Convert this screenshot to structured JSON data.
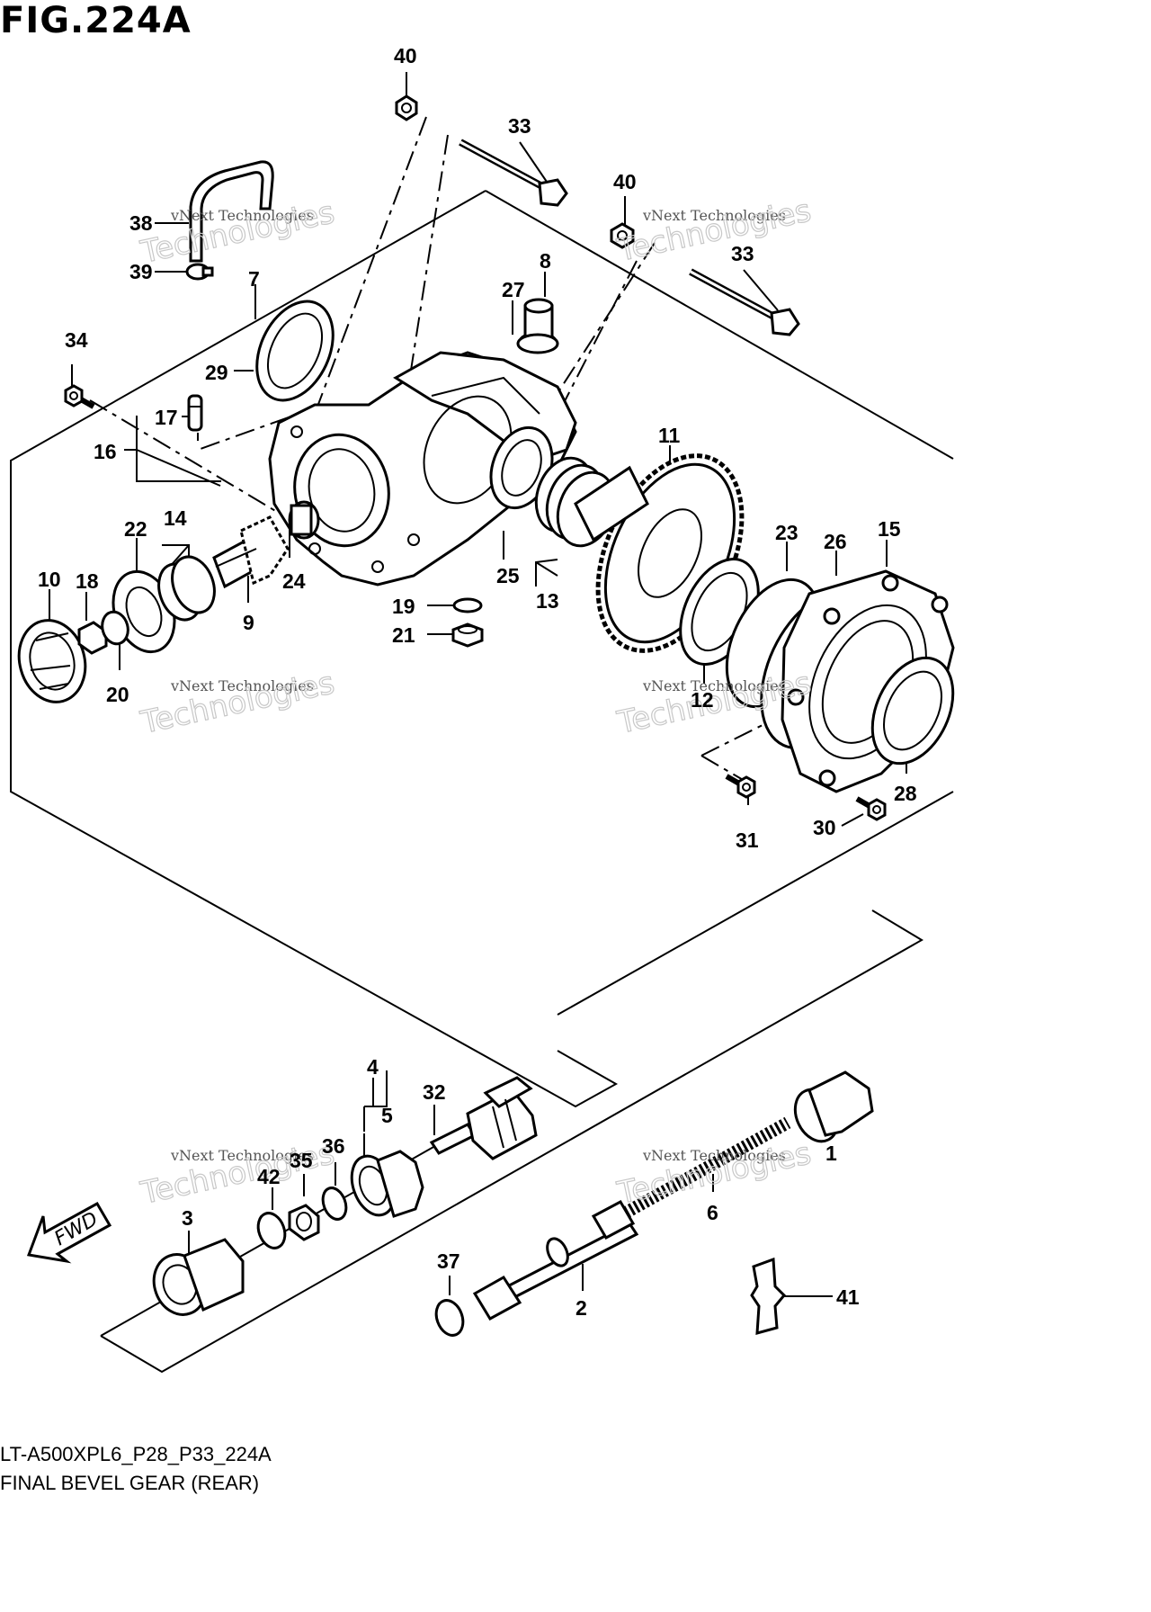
{
  "figure": {
    "title": "FIG.224A",
    "code": "LT-A500XPL6_P28_P33_224A",
    "name": "FINAL BEVEL GEAR (REAR)"
  },
  "fwd_label": "FWD",
  "watermark": {
    "line1": "vNext Technologies",
    "line2": "Technologies"
  },
  "callouts": [
    "40",
    "33",
    "40",
    "33",
    "38",
    "39",
    "7",
    "8",
    "27",
    "34",
    "29",
    "17",
    "16",
    "11",
    "22",
    "14",
    "23",
    "26",
    "15",
    "10",
    "18",
    "24",
    "25",
    "13",
    "9",
    "19",
    "21",
    "20",
    "12",
    "28",
    "31",
    "30",
    "4",
    "32",
    "5",
    "36",
    "35",
    "42",
    "3",
    "1",
    "6",
    "37",
    "2",
    "41"
  ]
}
